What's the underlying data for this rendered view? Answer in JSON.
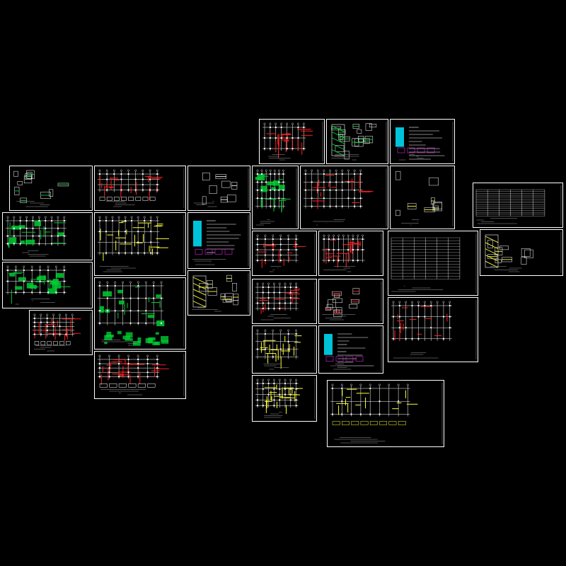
{
  "canvas": {
    "background": "#000000",
    "sheet_border_color": "#ffffff"
  },
  "palette": {
    "line": "#ffffff",
    "red": "#ff2020",
    "yellow": "#ffff33",
    "green": "#00cc33",
    "cyan": "#00e5ff",
    "magenta": "#ff33ff",
    "gray": "#9a9a9a"
  },
  "sheets": [
    {
      "id": "s01",
      "kind": "plan-red"
    },
    {
      "id": "s02",
      "kind": "section-green"
    },
    {
      "id": "s03",
      "kind": "notes-cyan"
    },
    {
      "id": "s04",
      "kind": "details-green"
    },
    {
      "id": "s05",
      "kind": "frame-grid"
    },
    {
      "id": "s06",
      "kind": "details"
    },
    {
      "id": "s07",
      "kind": "plan-green"
    },
    {
      "id": "s08",
      "kind": "plan-red"
    },
    {
      "id": "s09",
      "kind": "details-yellow"
    },
    {
      "id": "s10",
      "kind": "table"
    },
    {
      "id": "s11",
      "kind": "plan-green"
    },
    {
      "id": "s12",
      "kind": "plan-green"
    },
    {
      "id": "s13",
      "kind": "frame-grid"
    },
    {
      "id": "s14",
      "kind": "plan-yellow"
    },
    {
      "id": "s15",
      "kind": "plan-green-large"
    },
    {
      "id": "s16",
      "kind": "frame-grid"
    },
    {
      "id": "s17",
      "kind": "notes-cyan"
    },
    {
      "id": "s18",
      "kind": "section-yellow"
    },
    {
      "id": "s19",
      "kind": "plan-red"
    },
    {
      "id": "s20",
      "kind": "plan-red"
    },
    {
      "id": "s21",
      "kind": "table"
    },
    {
      "id": "s22",
      "kind": "section-yellow"
    },
    {
      "id": "s23",
      "kind": "plan-red"
    },
    {
      "id": "s24",
      "kind": "details-red"
    },
    {
      "id": "s25",
      "kind": "plan-red"
    },
    {
      "id": "s26",
      "kind": "plan-yellow"
    },
    {
      "id": "s27",
      "kind": "notes-cyan"
    },
    {
      "id": "s28",
      "kind": "plan-yellow"
    },
    {
      "id": "s29",
      "kind": "frame-grid-yellow"
    }
  ]
}
